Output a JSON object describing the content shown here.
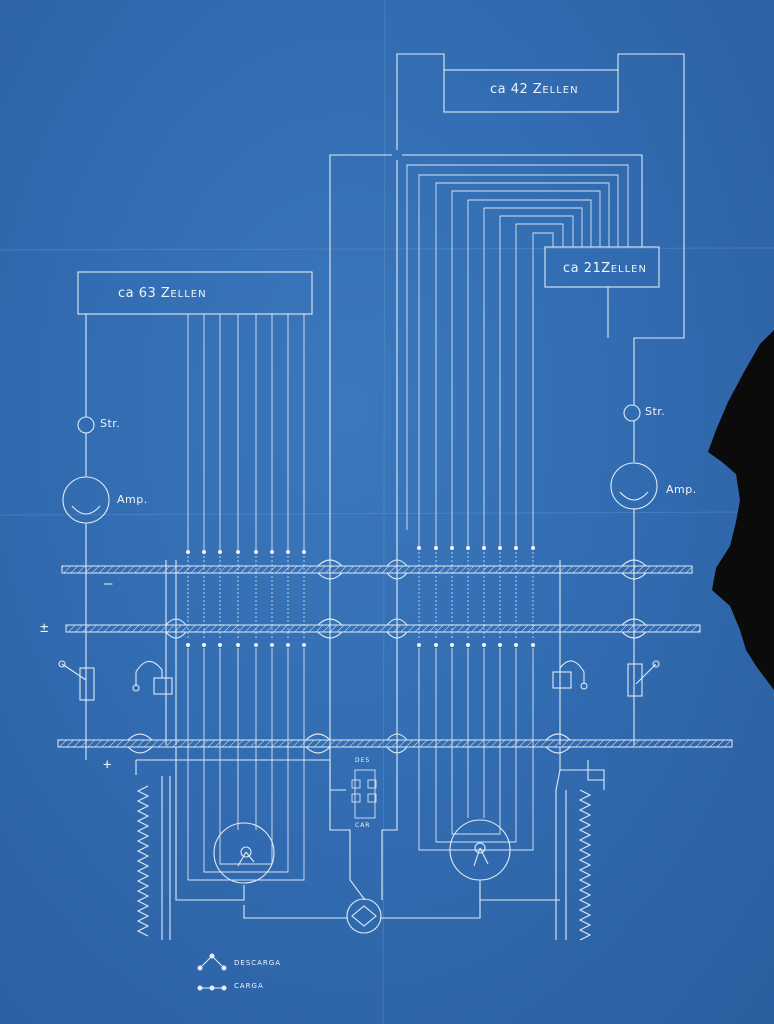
{
  "battery_labels": {
    "left": {
      "prefix": "ca 63 ",
      "initial": "Z",
      "rest": "ELLEN"
    },
    "top_right": {
      "prefix": "ca 42 ",
      "initial": "Z",
      "rest": "ELLEN"
    },
    "mid_right": {
      "prefix": "ca 21",
      "initial": "Z",
      "rest": "ELLEN"
    }
  },
  "instrument_labels": {
    "str_left": "Str.",
    "str_right": "Str.",
    "amp_left": "Amp.",
    "amp_right": "Amp."
  },
  "bus_signs": {
    "minus": "—",
    "plus_minus": "±",
    "plus": "+"
  },
  "switch_labels": {
    "des": "DES",
    "car": "CAR"
  },
  "legend": {
    "descarga": "DESCARGA",
    "carga": "CARGA"
  },
  "colors": {
    "paper": "#326cb1",
    "ink": "#dfeaf6",
    "torn_edge": "#0b0b0b"
  }
}
